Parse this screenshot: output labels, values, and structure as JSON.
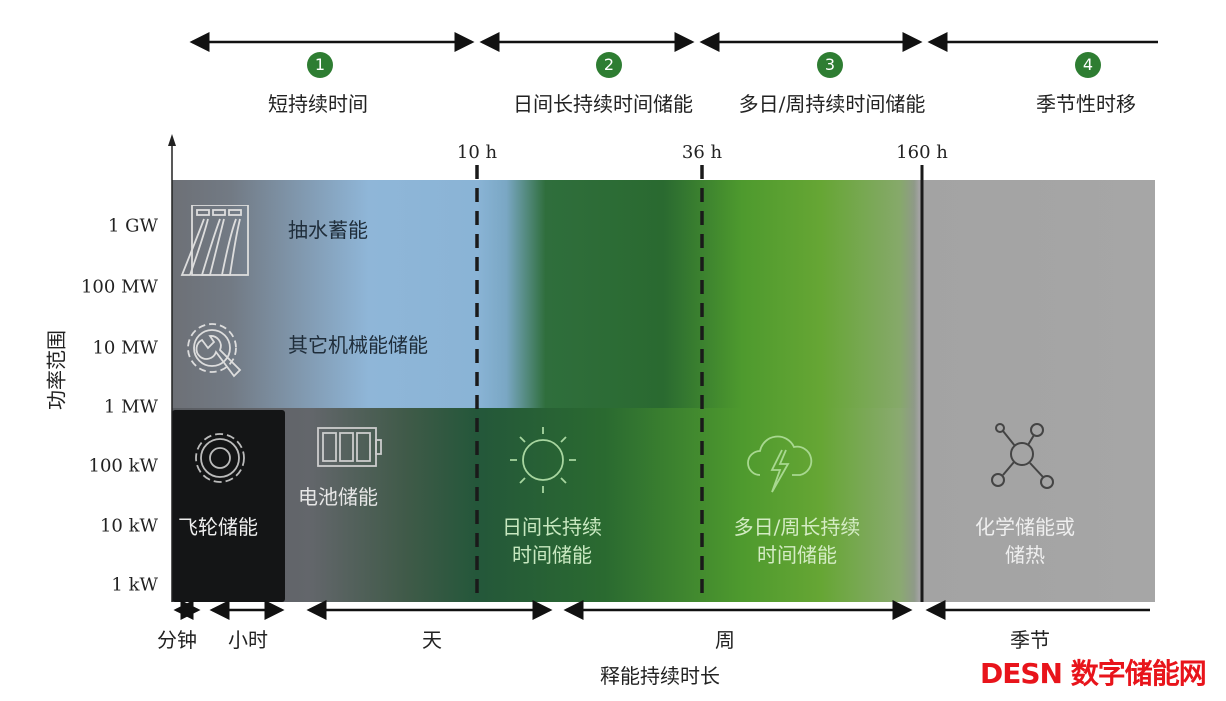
{
  "phases": [
    {
      "num": "1",
      "label": "短持续时间"
    },
    {
      "num": "2",
      "label": "日间长持续时间储能"
    },
    {
      "num": "3",
      "label": "多日/周持续时间储能"
    },
    {
      "num": "4",
      "label": "季节性时移"
    }
  ],
  "duration_markers": [
    "10 h",
    "36 h",
    "160 h"
  ],
  "y_axis": {
    "label": "功率范围",
    "ticks": [
      "1 GW",
      "100 MW",
      "10 MW",
      "1 MW",
      "100 kW",
      "10 kW",
      "1 kW"
    ]
  },
  "technologies": {
    "pumped_hydro": "抽水蓄能",
    "mechanical": "其它机械能储能",
    "flywheel": "飞轮储能",
    "battery": "电池储能",
    "daily_line1": "日间长持续",
    "daily_line2": "时间储能",
    "multiday_line1": "多日/周长持续",
    "multiday_line2": "时间储能",
    "chemical_line1": "化学储能或",
    "chemical_line2": "储热"
  },
  "x_axis": {
    "label": "释能持续时长",
    "ranges": [
      "分钟",
      "小时",
      "天",
      "周",
      "季节"
    ]
  },
  "watermark": "DESN 数字储能网",
  "colors": {
    "accent_green": "#2e7d32",
    "watermark": "#e8141b"
  }
}
